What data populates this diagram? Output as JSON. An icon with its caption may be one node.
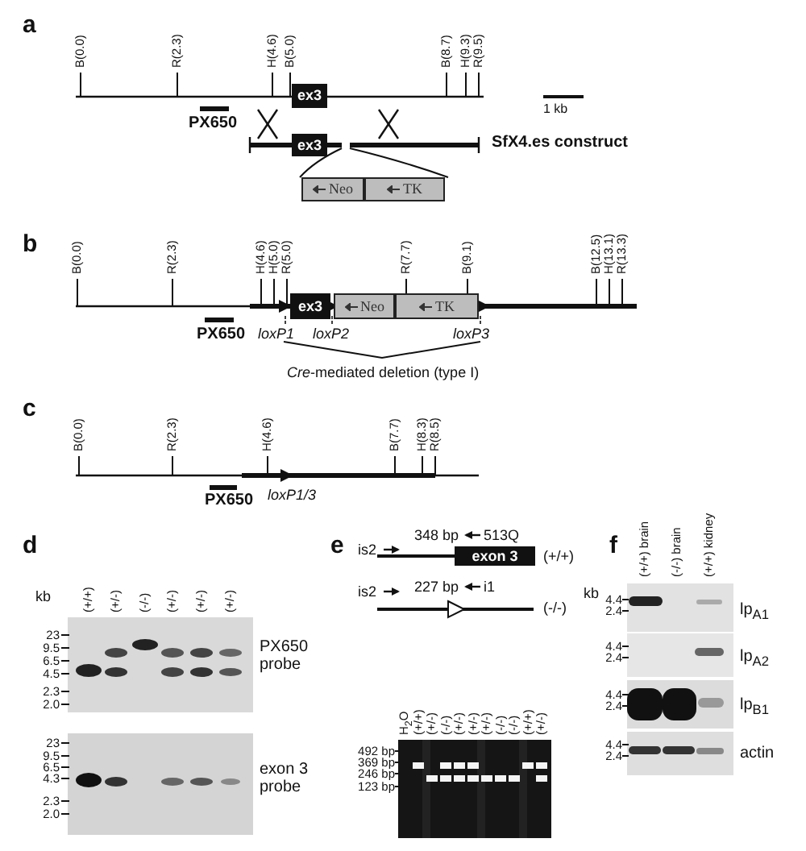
{
  "diagram": {
    "nodes": [
      {
        "text": [
          "ex3"
        ]
      },
      {
        "text": [
          "ex3"
        ]
      },
      {
        "text": [
          "Neo"
        ]
      },
      {
        "text": [
          "TK"
        ]
      },
      {
        "text": [
          "ex3"
        ]
      },
      {
        "text": [
          "Neo"
        ]
      },
      {
        "text": [
          "TK"
        ]
      },
      {
        "text": [
          "exon 3"
        ]
      }
    ],
    "labels": [
      "a",
      "B(0.0)",
      "R(2.3)",
      "H(4.6)",
      "B(5.0)",
      "B(8.7)",
      "H(9.3)",
      "R(9.5)",
      "1 kb",
      "PX650",
      "SfX4.es construct",
      "b",
      "B(0.0)",
      "R(2.3)",
      "H(4.6)",
      "H(5.0)",
      "R(5.0)",
      "R(7.7)",
      "B(9.1)",
      "B(12.5)",
      "H(13.1)",
      "R(13.3)",
      "PX650",
      "loxP1",
      "loxP2",
      "loxP3",
      "*Cre*-mediated deletion (type I)",
      "c",
      "B(0.0)",
      "R(2.3)",
      "H(4.6)",
      "B(7.7)",
      "H(8.3)",
      "R(8.5)",
      "PX650",
      "loxP1/3",
      "d",
      "kb",
      "(+/+)",
      "(+/-)",
      "(-/-)",
      "(+/-)",
      "(+/-)",
      "(+/-)",
      "23",
      "9.5",
      "6.5",
      "4.5",
      "2.3",
      "2.0",
      "PX650 probe",
      "23",
      "9.5",
      "6.5",
      "4.3",
      "2.3",
      "2.0",
      "exon 3 probe",
      "e",
      "is2",
      "348 bp",
      "513Q",
      "(+/+)",
      "is2",
      "227 bp",
      "i1",
      "(-/-)",
      "H$_{2}$O",
      "(+/+)",
      "(+/-)",
      "(-/-)",
      "(+/-)",
      "(+/-)",
      "(+/-)",
      "(-/-)",
      "(-/-)",
      "(+/+)",
      "(+/-)",
      "492 bp",
      "369 bp",
      "246 bp",
      "123 bp",
      "f",
      "(+/+) brain",
      "(-/-) brain",
      "(+/+) kidney",
      "kb",
      "4.4",
      "2.4",
      "lp$_{A1}$",
      "4.4",
      "2.4",
      "lp$_{A2}$",
      "4.4",
      "2.4",
      "lp$_{B1}$",
      "4.4",
      "2.4",
      "actin"
    ]
  }
}
